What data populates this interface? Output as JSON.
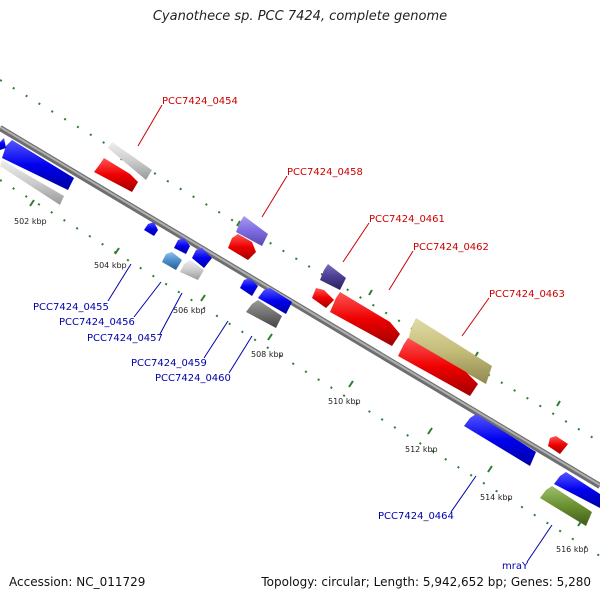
{
  "title": "Cyanothece sp. PCC 7424, complete genome",
  "footer": {
    "accession": "Accession: NC_011729",
    "topology": "Topology: circular; Length: 5,942,652 bp; Genes: 5,280"
  },
  "colors": {
    "forward_label": "#cc0000",
    "reverse_label": "#0000aa",
    "leader_line_forward": "#cc0000",
    "leader_line_reverse": "#0000aa",
    "backbone": "#808080",
    "tick": "#2e7d2e"
  },
  "kbp_labels": [
    "502 kbp",
    "504 kbp",
    "506 kbp",
    "508 kbp",
    "510 kbp",
    "512 kbp",
    "514 kbp",
    "516 kbp"
  ],
  "gene_labels": [
    {
      "text": "PCC7424_0454",
      "strand": "forward"
    },
    {
      "text": "PCC7424_0458",
      "strand": "forward"
    },
    {
      "text": "PCC7424_0461",
      "strand": "forward"
    },
    {
      "text": "PCC7424_0462",
      "strand": "forward"
    },
    {
      "text": "PCC7424_0463",
      "strand": "forward"
    },
    {
      "text": "PCC7424_0455",
      "strand": "reverse"
    },
    {
      "text": "PCC7424_0456",
      "strand": "reverse"
    },
    {
      "text": "PCC7424_0457",
      "strand": "reverse"
    },
    {
      "text": "PCC7424_0459",
      "strand": "reverse"
    },
    {
      "text": "PCC7424_0460",
      "strand": "reverse"
    },
    {
      "text": "PCC7424_0464",
      "strand": "reverse"
    },
    {
      "text": "mraY",
      "strand": "reverse"
    }
  ]
}
